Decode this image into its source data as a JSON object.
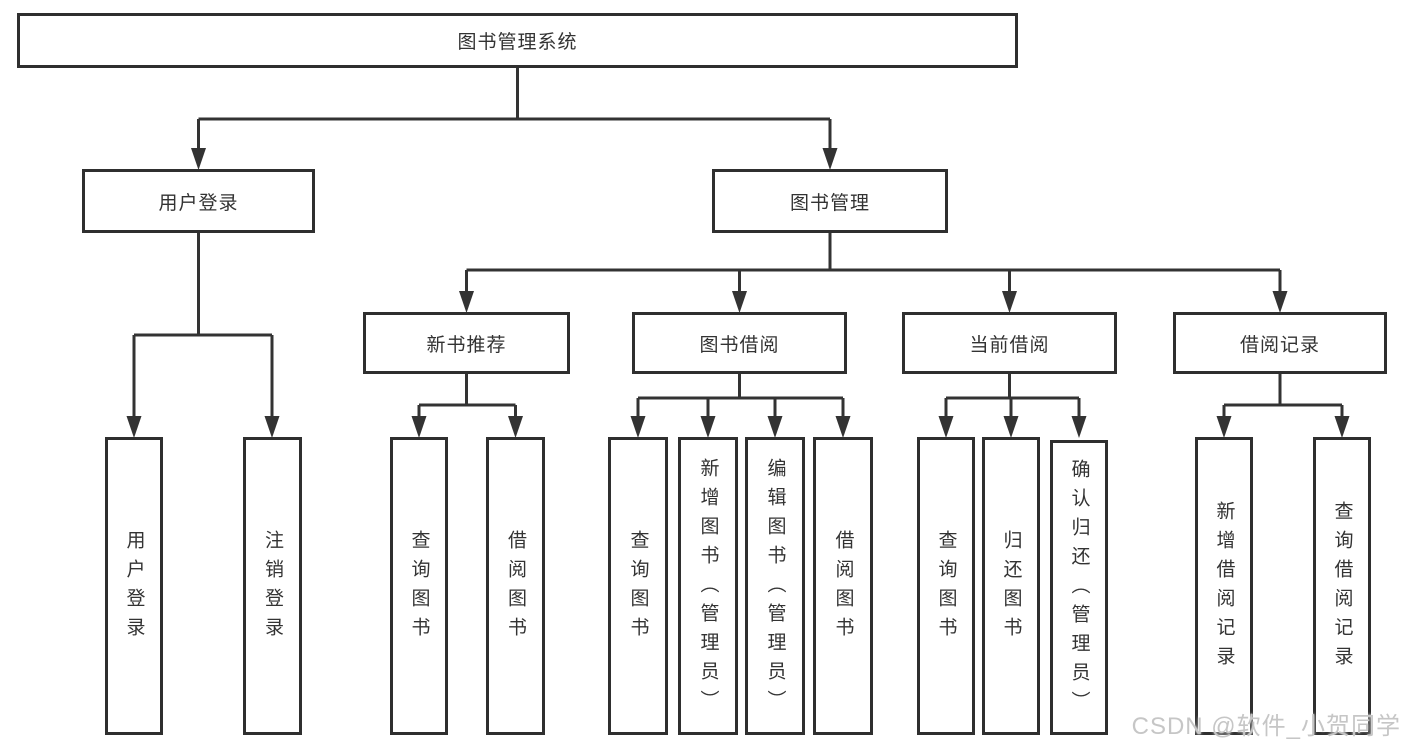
{
  "diagram": {
    "type": "hierarchy-tree",
    "title": "图书管理系统",
    "nodes": {
      "root": "图书管理系统",
      "level2": [
        "用户登录",
        "图书管理"
      ],
      "level3": [
        "新书推荐",
        "图书借阅",
        "当前借阅",
        "借阅记录"
      ],
      "leaves": {
        "login": [
          "用户登录",
          "注销登录"
        ],
        "recommend": [
          "查询图书",
          "借阅图书"
        ],
        "borrow": [
          "查询图书",
          "新增图书（管理员）",
          "编辑图书（管理员）",
          "借阅图书"
        ],
        "current": [
          "查询图书",
          "归还图书",
          "确认归还（管理员）"
        ],
        "records": [
          "新增借阅记录",
          "查询借阅记录"
        ]
      }
    },
    "edges": [
      [
        "图书管理系统",
        "用户登录"
      ],
      [
        "图书管理系统",
        "图书管理"
      ],
      [
        "用户登录",
        "用户登录(叶)"
      ],
      [
        "用户登录",
        "注销登录"
      ],
      [
        "图书管理",
        "新书推荐"
      ],
      [
        "图书管理",
        "图书借阅"
      ],
      [
        "图书管理",
        "当前借阅"
      ],
      [
        "图书管理",
        "借阅记录"
      ],
      [
        "新书推荐",
        "查询图书"
      ],
      [
        "新书推荐",
        "借阅图书"
      ],
      [
        "图书借阅",
        "查询图书"
      ],
      [
        "图书借阅",
        "新增图书（管理员）"
      ],
      [
        "图书借阅",
        "编辑图书（管理员）"
      ],
      [
        "图书借阅",
        "借阅图书"
      ],
      [
        "当前借阅",
        "查询图书"
      ],
      [
        "当前借阅",
        "归还图书"
      ],
      [
        "当前借阅",
        "确认归还（管理员）"
      ],
      [
        "借阅记录",
        "新增借阅记录"
      ],
      [
        "借阅记录",
        "查询借阅记录"
      ]
    ],
    "colors": {
      "line": "#333333",
      "border": "#2f2f2f",
      "box_background": "#ffffff",
      "text": "#333333",
      "watermark_text": "#c3c3c3"
    }
  },
  "watermark": "CSDN @软件_小贺同学"
}
